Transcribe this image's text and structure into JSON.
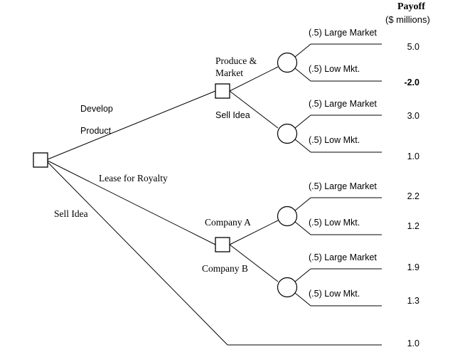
{
  "diagram": {
    "title": "decision-tree-payoff",
    "header": {
      "line1": "Payoff",
      "line2": "($ millions)"
    },
    "root": {
      "type": "decision-node",
      "shape": "square"
    },
    "root_branches": [
      {
        "id": "develop-product",
        "label_line1": "Develop",
        "label_line2": "Product"
      },
      {
        "id": "lease-for-royalty",
        "label": "Lease for Royalty"
      },
      {
        "id": "sell-idea-root",
        "label": "Sell Idea"
      }
    ],
    "decision_nodes": [
      {
        "id": "develop-decision",
        "branches": [
          {
            "id": "produce-and-market",
            "label_line1": "Produce &",
            "label_line2": "Market"
          },
          {
            "id": "sell-idea-sub",
            "label": "Sell Idea"
          }
        ]
      },
      {
        "id": "royalty-decision",
        "branches": [
          {
            "id": "company-a",
            "label": "Company A"
          },
          {
            "id": "company-b",
            "label": "Company B"
          }
        ]
      }
    ],
    "chance_nodes": [
      {
        "id": "chance-produce-market",
        "outcomes": [
          {
            "label": "(.5) Large Market",
            "payoff": "5.0",
            "bold": false
          },
          {
            "label": "(.5) Low Mkt.",
            "payoff": "-2.0",
            "bold": true
          }
        ]
      },
      {
        "id": "chance-sell-idea-sub",
        "outcomes": [
          {
            "label": "(.5) Large Market",
            "payoff": "3.0",
            "bold": false
          },
          {
            "label": "(.5) Low Mkt.",
            "payoff": "1.0",
            "bold": false
          }
        ]
      },
      {
        "id": "chance-company-a",
        "outcomes": [
          {
            "label": "(.5) Large Market",
            "payoff": "2.2",
            "bold": false
          },
          {
            "label": "(.5) Low Mkt.",
            "payoff": "1.2",
            "bold": false
          }
        ]
      },
      {
        "id": "chance-company-b",
        "outcomes": [
          {
            "label": "(.5) Large Market",
            "payoff": "1.9",
            "bold": false
          },
          {
            "label": "(.5) Low Mkt.",
            "payoff": "1.3",
            "bold": false
          }
        ]
      }
    ],
    "terminal_payoffs": [
      {
        "id": "payoff-1",
        "value": "5.0",
        "bold": false
      },
      {
        "id": "payoff-2",
        "value": "-2.0",
        "bold": true
      },
      {
        "id": "payoff-3",
        "value": "3.0",
        "bold": false
      },
      {
        "id": "payoff-4",
        "value": "1.0",
        "bold": false
      },
      {
        "id": "payoff-5",
        "value": "2.2",
        "bold": false
      },
      {
        "id": "payoff-6",
        "value": "1.2",
        "bold": false
      },
      {
        "id": "payoff-7",
        "value": "1.9",
        "bold": false
      },
      {
        "id": "payoff-8",
        "value": "1.3",
        "bold": false
      },
      {
        "id": "payoff-9",
        "value": "1.0",
        "bold": false
      }
    ],
    "probability_labels": [
      {
        "id": "prob-1",
        "text": "(.5) Large Market"
      },
      {
        "id": "prob-2",
        "text": "(.5) Low Mkt."
      },
      {
        "id": "prob-3",
        "text": "(.5) Large Market"
      },
      {
        "id": "prob-4",
        "text": "(.5) Low Mkt."
      },
      {
        "id": "prob-5",
        "text": "(.5) Large Market"
      },
      {
        "id": "prob-6",
        "text": "(.5) Low Mkt."
      },
      {
        "id": "prob-7",
        "text": "(.5) Large Market"
      },
      {
        "id": "prob-8",
        "text": "(.5) Low Mkt."
      }
    ],
    "colors": {
      "stroke": "#000000",
      "fill": "#ffffff",
      "text": "#000000",
      "background": "#ffffff"
    }
  }
}
